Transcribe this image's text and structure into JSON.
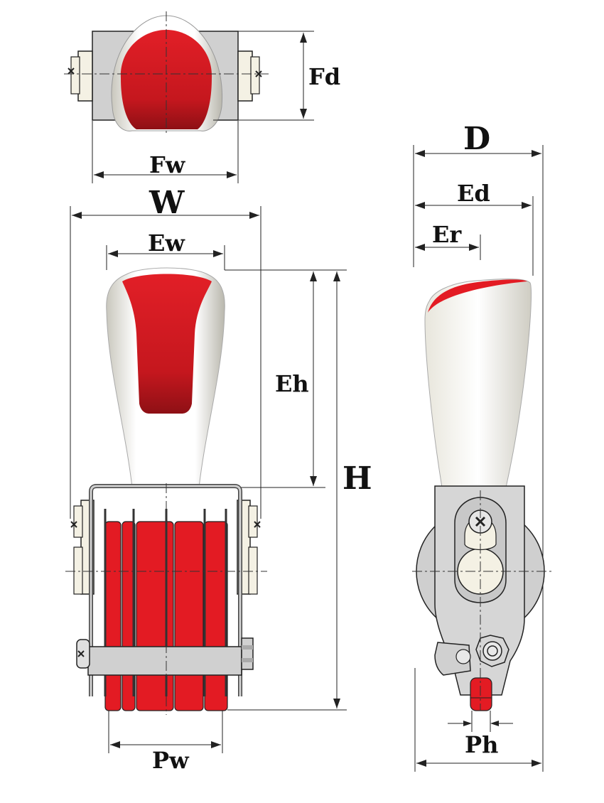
{
  "labels": {
    "fd": "Fd",
    "fw": "Fw",
    "w": "W",
    "ew": "Ew",
    "eh": "Eh",
    "h": "H",
    "pw": "Pw",
    "d": "D",
    "ed": "Ed",
    "er": "Er",
    "ph": "Ph"
  },
  "colors": {
    "red": "#d81b24",
    "dark_red": "#a3141a",
    "steel": "#d0d0d0",
    "ivory": "#f4f1e4",
    "line": "#222222"
  }
}
